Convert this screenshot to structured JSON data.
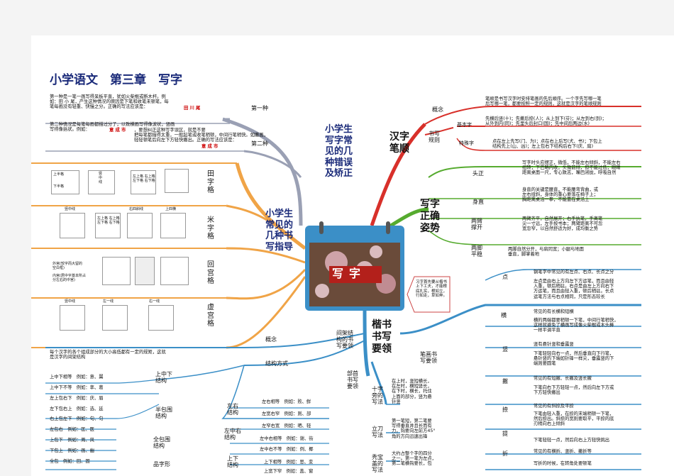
{
  "title": "小学语文　第三章　写字",
  "center": {
    "label": "写字"
  },
  "hub_errors": "小学生\n写字常\n见的几\n种错误\n及矫正",
  "errors": {
    "first_label": "第一种",
    "first_text": "第一种是一笔一画写得呆板平直，犹如火柴棍或断木杆。例\n如：田 小 尾，产生这种情况的原因是下笔和收笔未顿笔，每\n笔每画没有轻重、快慢之分。正确的写法应该是：",
    "first_example": "田 川 尾",
    "second_label": "第二种",
    "second_text": "第二种情况是每笔每画都描过分了，以致横画写得像波状，竖画\n写得像括状。例如：",
    "second_example_bad": "意 成 市",
    "second_text2": "，要想纠正这种写字误区，就是不要\n把每笔都描得太重，一般起笔或收笔稍顿，中间行笔稍快。如撇画，\n轻轻顿笔后向左下方轻快撇出。正确的写法应该是：",
    "second_example_good": "意 成 市"
  },
  "hub_grid": "小学生\n常见的\n几种书\n写指导",
  "grids": [
    {
      "name": "田\n字\n格"
    },
    {
      "name": "米\n字\n格"
    },
    {
      "name": "回\n宫\n格"
    },
    {
      "name": "虚\n宫\n格"
    }
  ],
  "grid_labels": {
    "tian1_a": "上半格",
    "tian1_b": "下半格",
    "tian1_c": "横中线",
    "tian2_a": "竖\n中\n线",
    "tian2_b": "左\n半\n格",
    "tian2_c": "右\n半\n格",
    "tian3": "左上格 右上格\n左下格 右下格",
    "mi1": "竖中线",
    "mi2": "横\n中\n线",
    "mi3": "左上格 右上格\n左下格 右下格",
    "mi4": "右四斜线",
    "mi5": "上四横",
    "mi6": "右四竖",
    "hui1": "外宫(较字而大留的\n空白框)",
    "hui2": "内宫(居中字基本所占\n分左右的中宫)",
    "xu1": "竖中线",
    "xu2": "左一线",
    "xu3": "右一线"
  },
  "hub_order": "汉字\n笔顺",
  "order": {
    "concept_label": "概念",
    "concept_text": "笔顺是书写汉字时安排笔画的先后顺序。一个字先写哪一笔\n后写哪一笔，都要按照一定的规则，这就是汉字的笔顺规则",
    "rules_label": "书写\n规则",
    "basic_label": "基本字",
    "basic_text": "先横后竖(十)；先撇后捺(人)；从上到下(芬)；从左到右(到)；\n从外到内(同)；先里头后封口(国)；先中间后两边(水)",
    "special_label": "特殊字",
    "special_text": "点在左上先写(门、为)；点在右上后写(犬、书)；下包上\n结构先上(山、凶)；左上包右下结构后右下(庆、扇)"
  },
  "hub_posture": "写字\n正确\n姿势",
  "posture": [
    {
      "label": "头正",
      "text": "写字时头应摆正，微低，不能左右倾斜，不能左右\n扭转；下巴略内收，头微前倾，但不能过低；眼睛\n距离桌面一尺，专心致志，嘴巴闭拢，呼吸自然"
    },
    {
      "label": "身直",
      "text": "身直的关键是腰直，不能腰弯背曲，或\n左右扭斜，身体的重心要落在椅子上；\n胸距离桌沿一拳，不能靠在桌沿上"
    },
    {
      "label": "两臂\n撑开",
      "text": "两臂齐平，自然展开；右手执笔，手离笔\n尖一寸远，左手按书本；两臂距离不可忽\n宽忽窄，以自然舒适为好，成均衡之势"
    },
    {
      "label": "两脚\n平稳",
      "text": "两脚自然分开，与肩同宽；小腿与地面\n垂直，脚掌着地"
    }
  ],
  "callout": "习字首先要从楷书\n上下工夫，才能根\n底扎实，根如立，\n行如走，草如奔。",
  "hub_kaishu": "楷书\n书写\n要领",
  "frame_hub": "间架结\n构的书\n写要领",
  "frame": {
    "concept_label": "概念",
    "concept_text": "每个汉字的各个组成部分的大小高低都有一定的规矩，这就\n是汉字的间架结构",
    "mode_label": "结构方式",
    "groups": [
      {
        "label": "上中下\n结构",
        "items": [
          "上中下相等　例如：意、翼",
          "上中下不等　例如：率、葛"
        ]
      },
      {
        "label": "半包围\n结构",
        "items": [
          "左上包右下　例如：庆、眉",
          "左下包右上　例如：选、延",
          "右上包左下　例如：句、匀"
        ]
      },
      {
        "label": "全包围\n结构",
        "items": [
          "左包右　例如：匡、医",
          "上包下　例如：周、风",
          "下包上　例如：画、幽"
        ]
      },
      {
        "label": "品字形",
        "items": [
          "全包　例如：回、固"
        ]
      }
    ],
    "lr_label": "左右\n结构",
    "lr_items": [
      "左右相等　例如：败、鲜",
      "左宽右窄　例如：则、部",
      "左窄右宽　例如：晒、轻"
    ],
    "lmr_label": "左中右\n结构",
    "lmr_items": [
      "左中右相等　例如：谢、街",
      "左中右不等　例如：例、椰"
    ],
    "ud_label": "上下\n结构",
    "ud_items": [
      "上下相等　例如：思、变",
      "上宽下窄　例如：盖、窗"
    ]
  },
  "radical_hub": "部首\n书写\n要领",
  "radicals": [
    {
      "label": "十字\n旁的\n写法",
      "text": "在上时，竖短横长，\n在左时，横短竖长，\n在下时，横长，托住\n上面的部分，竖为悬\n针竖"
    },
    {
      "label": "立刀\n写法",
      "text": "第一笔短，第二笔要\n写得垂直并且长而有\n力，钩要向左前方45°\n角的方向迅速出锋"
    },
    {
      "label": "秃宝\n盖的\n写法",
      "text": "大约占整个字的四分\n之一。第一笔为左点，\n第二笔横钩要长，包"
    }
  ],
  "stroke_hub": "笔画书\n写要领",
  "strokes": [
    {
      "label": "点",
      "head": "钢笔字中常见的有左点、右点、长点之分",
      "text": "左点是由右上方向左下方运笔，而且由轻\n入重，顿后稍驻。右点是由左上方向右下\n方运笔，而且由轻入重，顿后稍驻。长点\n运笔方法与右点相同，只是形态较长"
    },
    {
      "label": "横",
      "head": "常见的有长横和短横",
      "text": "横的两端都要稍顿一下笔，中间行笔稍快，\n这样就避免了横画写成像火柴棍或木头棒\n一样平调平直"
    },
    {
      "label": "竖",
      "head": "竖有悬针竖和垂露竖",
      "text": "下笔轻轻向右一点，然后垂直向下行笔，\n悬针竖的下端如针锋一样尖，垂露竖的下\n端则要圆笔"
    },
    {
      "label": "撇",
      "head": "常见的有短撇、长撇及竖长撇",
      "text": "下笔向右下方轻轻一点，然后向左下方或\n下方轻快撇出"
    },
    {
      "label": "捺",
      "head": "常见的有斜捺及平捺",
      "text": "下笔由轻入重，在捺的末端稍顿一下笔，\n然后捺出。斜捺的宽则要取平，平捺的底\n刃稍向右上倾斜"
    },
    {
      "label": "提",
      "head": "下笔轻轻一点，然后向右上方轻快挑出",
      "text": ""
    },
    {
      "label": "折",
      "head": "常见的有横折、竖折、撇折等",
      "text": "写折的时候，在转角处要顿笔"
    }
  ]
}
